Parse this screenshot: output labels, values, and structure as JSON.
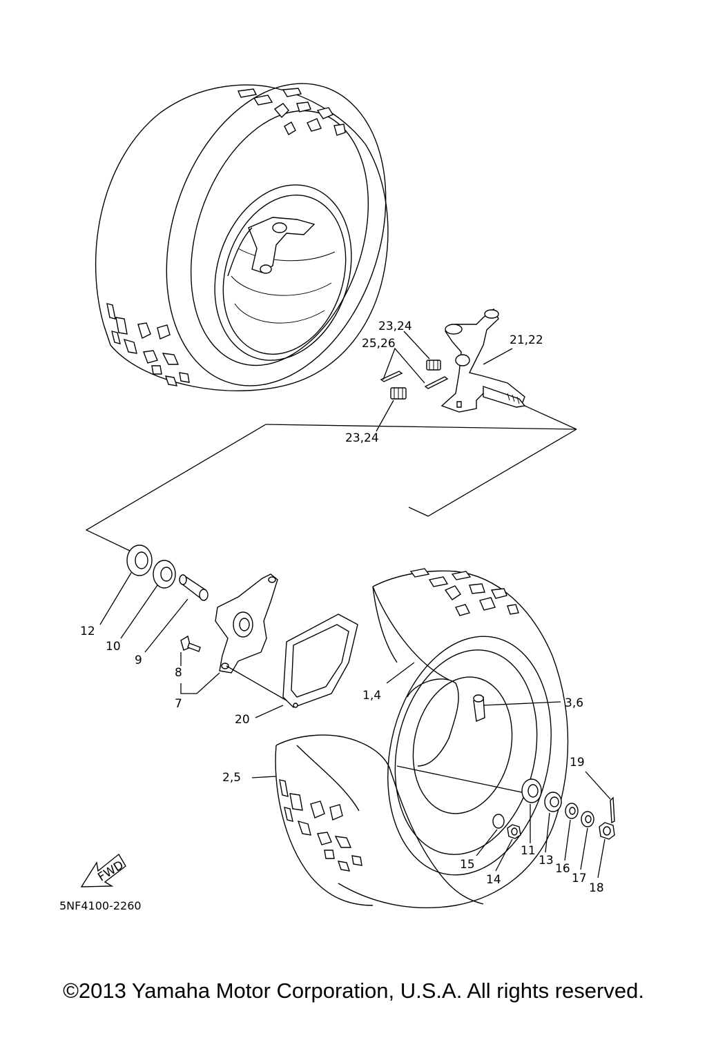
{
  "diagram": {
    "code": "5NF4100-2260",
    "fwd_label": "FWD",
    "copyright": "©2013 Yamaha Motor Corporation, U.S.A. All rights reserved.",
    "callouts": {
      "c1_4": "1,4",
      "c2_5": "2,5",
      "c3_6": "3,6",
      "c7": "7",
      "c8": "8",
      "c9": "9",
      "c10": "10",
      "c11": "11",
      "c12": "12",
      "c13": "13",
      "c14": "14",
      "c15": "15",
      "c16": "16",
      "c17": "17",
      "c18": "18",
      "c19": "19",
      "c20": "20",
      "c21_22": "21,22",
      "c23_24_top": "23,24",
      "c23_24_bottom": "23,24",
      "c25_26": "25,26"
    }
  }
}
